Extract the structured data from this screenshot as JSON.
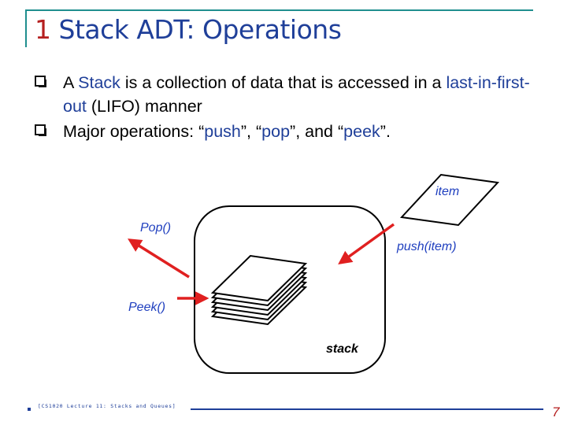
{
  "slide": {
    "title_number": "1",
    "title_text": "Stack ADT: Operations",
    "bullet1": {
      "part1": "A ",
      "stack_term": "Stack",
      "part2": " is a collection of data that is accessed in a ",
      "lifo_term": "last-in-first-out",
      "part3": " (LIFO) manner"
    },
    "bullet2": {
      "part1": "Major operations: “",
      "push": "push",
      "sep1": "”, “",
      "pop": "pop",
      "sep2": "”, and “",
      "peek": "peek",
      "end": "”."
    }
  },
  "diagram": {
    "item_label": "item",
    "pop_label": "Pop()",
    "push_label": "push(item)",
    "peek_label": "Peek()",
    "stack_label": "stack"
  },
  "footer": {
    "course": "[CS1020 Lecture 11: Stacks and Queues]",
    "page": "7"
  },
  "colors": {
    "frame": "#1f8f8f",
    "title_blue": "#1f3f99",
    "accent_red": "#b51f1f",
    "arrow": "#e02020",
    "label_blue": "#1f3fbf"
  }
}
